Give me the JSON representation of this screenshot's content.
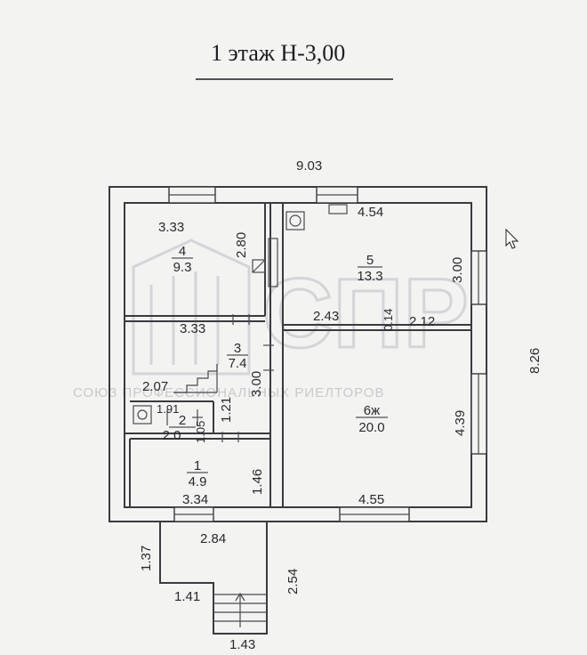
{
  "title": "1 этаж Н-3,00",
  "watermark": {
    "logo": "СПР",
    "caption": "СОЮЗ ПРОФЕССИОНАЛЬНЫХ РИЕЛТОРОВ"
  },
  "overall": {
    "width": "9.03",
    "height": "8.26"
  },
  "rooms": [
    {
      "number": "4",
      "area": "9.3"
    },
    {
      "number": "5",
      "area": "13.3"
    },
    {
      "number": "3",
      "area": "7.4"
    },
    {
      "number": "6ж",
      "area": "20.0"
    },
    {
      "number": "2",
      "area": "2.0"
    },
    {
      "number": "1",
      "area": "4.9"
    }
  ],
  "dimensions": {
    "r4_width": "3.33",
    "r4_height": "2.80",
    "r5_top": "4.54",
    "r5_height": "3.00",
    "r3_width": "3.33",
    "r3_height": "3.00",
    "stair": "2.07",
    "corr_left": "2.43",
    "corr_gap": "0.14",
    "corr_right": "2.12",
    "r6_height": "4.39",
    "r6_bottom": "4.55",
    "r2_width": "1.91",
    "r2_height": "1.05",
    "r2_side": "1.21",
    "r1_height": "1.46",
    "r1_width": "3.34",
    "porch_top": "2.84",
    "porch_left": "1.37",
    "porch_height": "2.54",
    "porch_mid": "1.41",
    "porch_steps": "1.43"
  }
}
